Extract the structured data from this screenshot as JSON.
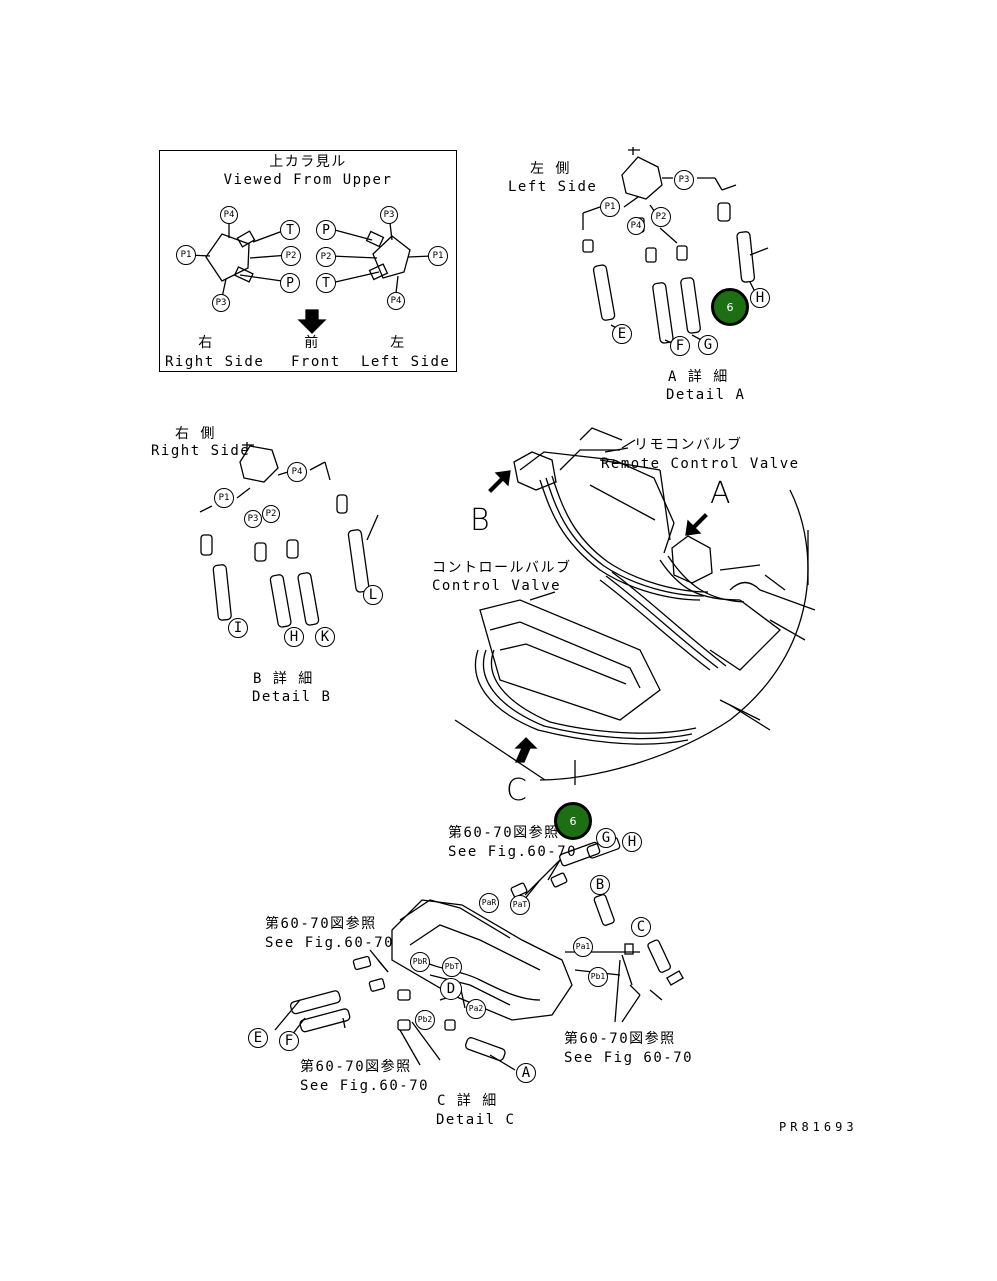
{
  "inset": {
    "title_jp": "上カラ見ル",
    "title_en": "Viewed From Upper",
    "right_jp": "右",
    "right_en": "Right Side",
    "front_jp": "前",
    "front_en": "Front",
    "left_jp": "左",
    "left_en": "Left Side",
    "ports_left": [
      "P4",
      "T",
      "P2",
      "P1",
      "P",
      "P3"
    ],
    "ports_right": [
      "P3",
      "P",
      "P2",
      "P1",
      "T",
      "P4"
    ]
  },
  "detail_a": {
    "side_jp": "左 側",
    "side_en": "Left Side",
    "title_jp": "A 詳 細",
    "title_en": "Detail A",
    "ports": [
      "P3",
      "P1",
      "P2",
      "P4"
    ],
    "letters": [
      "E",
      "F",
      "G",
      "H"
    ]
  },
  "detail_b": {
    "side_jp": "右 側",
    "side_en": "Right Side",
    "title_jp": "B 詳 細",
    "title_en": "Detail B",
    "ports": [
      "P4",
      "P1",
      "P2",
      "P3"
    ],
    "letters": [
      "I",
      "H",
      "K",
      "L"
    ]
  },
  "main": {
    "remote_jp": "リモコンバルブ",
    "remote_en": "Remote Control Valve",
    "control_jp": "コントロールバルブ",
    "control_en": "Control Valve",
    "view_a": "A",
    "view_b": "B",
    "view_c": "C"
  },
  "detail_c": {
    "title_jp": "C 詳 細",
    "title_en": "Detail C",
    "see_jp": "第60-70図参照",
    "see_en": "See Fig.60-70",
    "see_en_alt": "See Fig 60-70",
    "ports": [
      "PaR",
      "PaT",
      "PbR",
      "PbT",
      "Pa1",
      "Pb1",
      "Pa2",
      "Pb2"
    ],
    "letters": [
      "G",
      "H",
      "B",
      "C",
      "D",
      "E",
      "F",
      "A"
    ]
  },
  "callouts": [
    "6",
    "6"
  ],
  "drawing_number": "PR81693",
  "colors": {
    "callout_fill": "#1e6e14",
    "line": "#000000"
  }
}
